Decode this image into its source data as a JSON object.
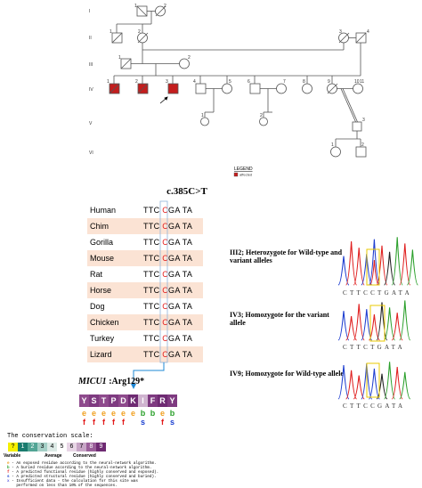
{
  "pedigree": {
    "generations": [
      "I",
      "II",
      "III",
      "IV",
      "V",
      "VI"
    ],
    "individual_numbers": [
      "1",
      "2",
      "1",
      "2",
      "3",
      "4",
      "1",
      "2",
      "1",
      "2",
      "3",
      "4",
      "5",
      "6",
      "7",
      "8",
      "9",
      "10",
      "11",
      "1",
      "2",
      "3",
      "1",
      "2"
    ],
    "legend_title": "LEGEND",
    "legend_item": "affected",
    "affected_color": "#c41d1d"
  },
  "alignment": {
    "mutation": "c.385C>T",
    "rows": [
      {
        "species": "Human",
        "left": "TTC ",
        "mut": "C",
        "right": "GA TA"
      },
      {
        "species": "Chim",
        "left": "TTC ",
        "mut": "C",
        "right": "GA TA"
      },
      {
        "species": "Gorilla",
        "left": "TTC ",
        "mut": "C",
        "right": "GA TA"
      },
      {
        "species": "Mouse",
        "left": "TTC ",
        "mut": "C",
        "right": "GA TA"
      },
      {
        "species": "Rat",
        "left": "TTC ",
        "mut": "C",
        "right": "GA TA"
      },
      {
        "species": "Horse",
        "left": "TTC ",
        "mut": "C",
        "right": "GA TA"
      },
      {
        "species": "Dog",
        "left": "TTC ",
        "mut": "C",
        "right": "GA TA"
      },
      {
        "species": "Chicken",
        "left": "TTC ",
        "mut": "C",
        "right": "GA TA"
      },
      {
        "species": "Turkey",
        "left": "TTC ",
        "mut": "C",
        "right": "GA TA"
      },
      {
        "species": "Lizard",
        "left": "TTC ",
        "mut": "C",
        "right": "GA TA"
      }
    ],
    "row_shade": "#fbe3d4",
    "highlight_color": "#e21a1a"
  },
  "protein": {
    "gene": "MICU1",
    "variant": " :Arg129*",
    "residues": [
      {
        "aa": "Y",
        "color": "#8e4a8c"
      },
      {
        "aa": "S",
        "color": "#7e3a80"
      },
      {
        "aa": "T",
        "color": "#8e4a8c"
      },
      {
        "aa": "P",
        "color": "#7e3a80"
      },
      {
        "aa": "D",
        "color": "#8e4a8c"
      },
      {
        "aa": "K",
        "color": "#6e2a72"
      },
      {
        "aa": "I",
        "color": "#cfb3cf"
      },
      {
        "aa": "F",
        "color": "#7e3a80"
      },
      {
        "aa": "R",
        "color": "#6e2a72"
      },
      {
        "aa": "Y",
        "color": "#7e3a80"
      }
    ],
    "pred_row1": [
      "e",
      "e",
      "e",
      "e",
      "e",
      "e",
      "b",
      "b",
      "e",
      "b"
    ],
    "pred_row2": [
      "f",
      "f",
      "f",
      "f",
      "f",
      "",
      "s",
      "",
      "f",
      "s"
    ]
  },
  "conservation": {
    "title": "The conservation scale:",
    "scale": [
      {
        "n": "?",
        "bg": "#f5f000",
        "fg": "#000"
      },
      {
        "n": "1",
        "bg": "#1a7b6e",
        "fg": "#fff"
      },
      {
        "n": "2",
        "bg": "#52a595",
        "fg": "#fff"
      },
      {
        "n": "3",
        "bg": "#a4cfc6",
        "fg": "#000"
      },
      {
        "n": "4",
        "bg": "#dceae6",
        "fg": "#000"
      },
      {
        "n": "5",
        "bg": "#ffffff",
        "fg": "#000"
      },
      {
        "n": "6",
        "bg": "#e8d6e6",
        "fg": "#000"
      },
      {
        "n": "7",
        "bg": "#c7a5c6",
        "fg": "#000"
      },
      {
        "n": "8",
        "bg": "#9a5e99",
        "fg": "#fff"
      },
      {
        "n": "9",
        "bg": "#6e2a72",
        "fg": "#fff"
      }
    ],
    "label_variable": "Variable",
    "label_average": "Average",
    "label_conserved": "Conserved",
    "notes": [
      {
        "key": "e",
        "key_color": "#f0a020",
        "text": " - An exposed residue according to the neural-network algorithm."
      },
      {
        "key": "b",
        "key_color": "#2aa02a",
        "text": " - A buried residue according to the neural-network algorithm."
      },
      {
        "key": "f",
        "key_color": "#e21a1a",
        "text": " - A predicted functional residue (highly conserved and exposed)."
      },
      {
        "key": "s",
        "key_color": "#1a3fd0",
        "text": " - A predicted structural residue (highly conserved and buried)."
      },
      {
        "key": "x",
        "key_color": "#6060e0",
        "text": " - Insufficient data - the calculation for this site was"
      },
      {
        "key": "",
        "key_color": "#000",
        "text": "    performed on less than 10% of the sequences."
      }
    ]
  },
  "chromatograms": [
    {
      "label": "III2; Heterozygote for Wild-type and variant alleles",
      "bases": "CTTCCTGATA"
    },
    {
      "label": "IV3; Homozygote for the variant allele",
      "bases": "CTTCTGATA"
    },
    {
      "label": "IV9; Homozygote for Wild-type allele",
      "bases": "CTTCCGATA"
    }
  ]
}
